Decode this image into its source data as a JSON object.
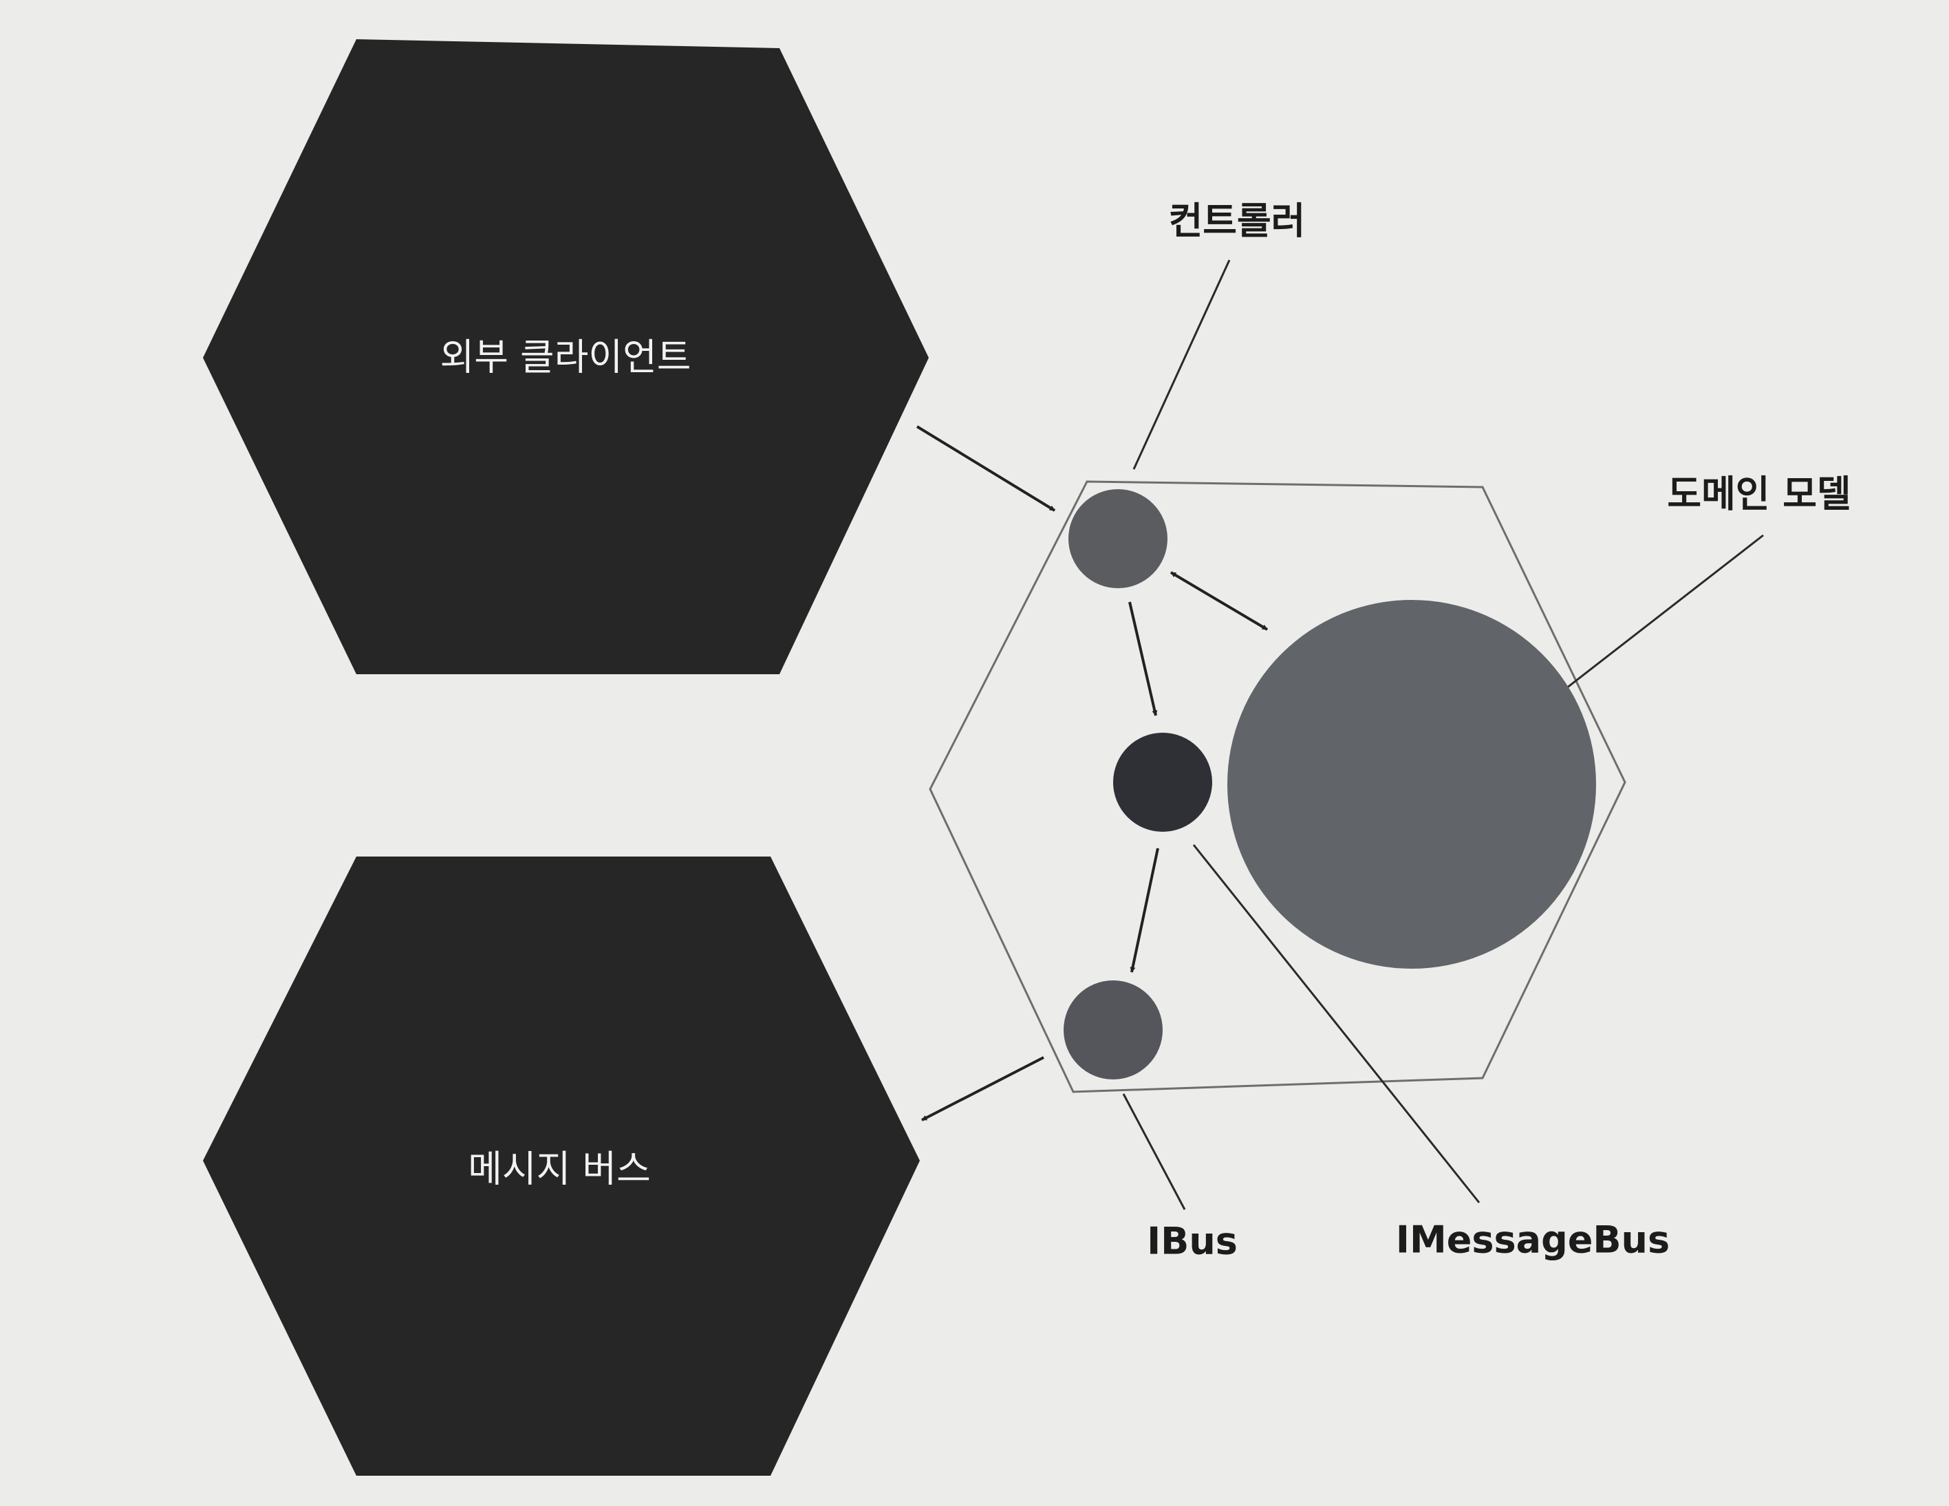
{
  "nodes": {
    "external_client": {
      "label": "외부 클라이언트",
      "color": "#262626"
    },
    "message_bus": {
      "label": "메시지 버스",
      "color": "#262626"
    },
    "controller": {
      "label": "컨트롤러",
      "color": "#5a5c60"
    },
    "imessagebus": {
      "label": "IMessageBus",
      "color": "#2e3035"
    },
    "ibus": {
      "label": "IBus",
      "color": "#54565b"
    },
    "domain_model": {
      "label": "도메인 모델",
      "color": "#616468"
    }
  },
  "edges": [
    {
      "from": "external_client",
      "to": "controller"
    },
    {
      "from": "controller",
      "to": "domain_model",
      "bidirectional": true
    },
    {
      "from": "controller",
      "to": "imessagebus"
    },
    {
      "from": "imessagebus",
      "to": "ibus"
    },
    {
      "from": "ibus",
      "to": "message_bus"
    }
  ]
}
